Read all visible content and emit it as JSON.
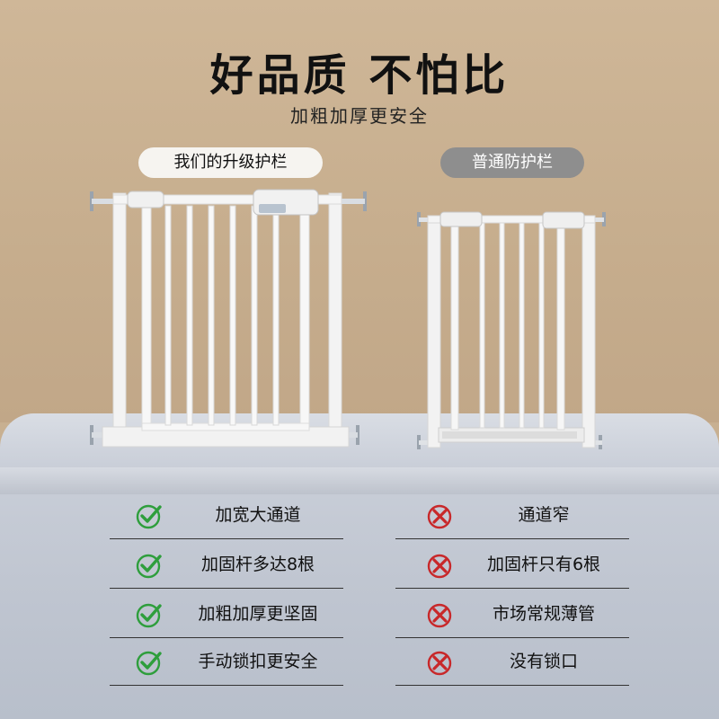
{
  "header": {
    "title": "好品质 不怕比",
    "subtitle": "加粗加厚更安全"
  },
  "labels": {
    "ours": "我们的升级护栏",
    "normal": "普通防护栏"
  },
  "colors": {
    "check_green": "#2e9e3c",
    "cross_red": "#c8282a"
  },
  "left_features": [
    {
      "text": "加宽大通道",
      "icon": "check-icon"
    },
    {
      "text": "加固杆多达8根",
      "icon": "check-icon"
    },
    {
      "text": "加粗加厚更坚固",
      "icon": "check-icon"
    },
    {
      "text": "手动锁扣更安全",
      "icon": "check-icon"
    }
  ],
  "right_features": [
    {
      "text": "通道窄",
      "icon": "cross-icon"
    },
    {
      "text": "加固杆只有6根",
      "icon": "cross-icon"
    },
    {
      "text": "市场常规薄管",
      "icon": "cross-icon"
    },
    {
      "text": "没有锁口",
      "icon": "cross-icon"
    }
  ]
}
